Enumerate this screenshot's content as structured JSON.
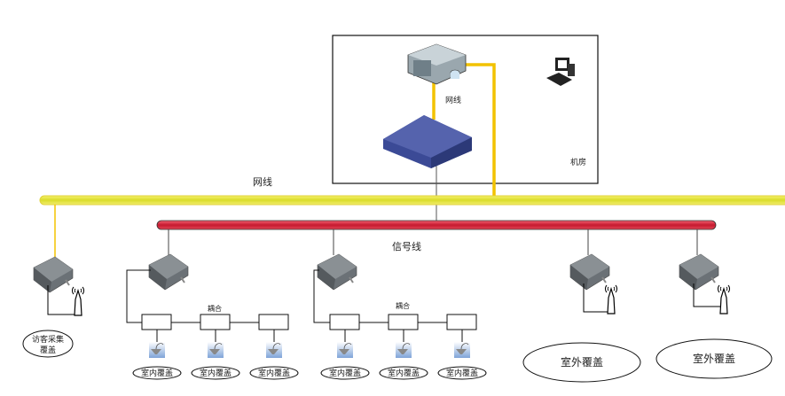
{
  "machine_room": {
    "label": "机房",
    "cable_label": "网线"
  },
  "buses": {
    "network_label": "网线",
    "signal_label": "信号线"
  },
  "coupler_label": "耦合",
  "visitor_label": [
    "访客采集",
    "覆盖"
  ],
  "indoor_label": "室内覆盖",
  "outdoor_label": "室外覆盖",
  "colors": {
    "network_cable": "#f2c200",
    "network_bus": "#e6e84a",
    "signal_bus": "#d2233a",
    "switch": "#3b4a96",
    "device": "#6d7378"
  }
}
